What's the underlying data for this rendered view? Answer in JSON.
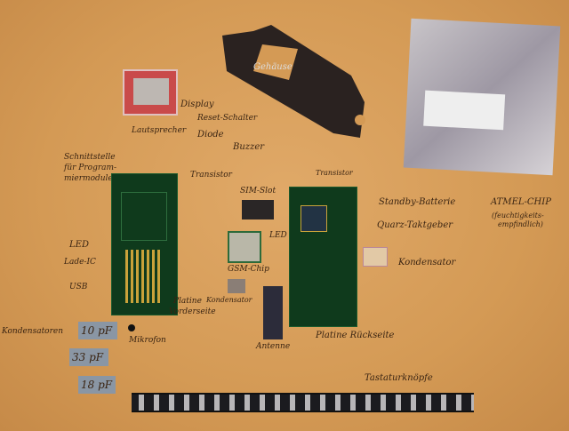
{
  "labels": {
    "display": "Display",
    "gehaeuse": "Gehäuse",
    "atmel": "ATMEL-CHIP",
    "atmel_note": "(feuchtigkeits-",
    "atmel_note2": "empfindlich)",
    "schnittstelle1": "Schnittstelle",
    "schnittstelle2": "für Program-",
    "schnittstelle3": "miermodule",
    "lautsprecher": "Lautsprecher",
    "reset": "Reset-Schalter",
    "diode": "Diode",
    "buzzer": "Buzzer",
    "transistor1": "Transistor",
    "transistor2": "Transistor",
    "sim": "SIM-Slot",
    "standby": "Standby-Batterie",
    "quarz": "Quarz-Taktgeber",
    "kondensator1": "Kondensator",
    "kondensator2": "Kondensator",
    "kondensatoren": "Kondensatoren",
    "led1": "LED",
    "led2": "LED",
    "ladeic": "Lade-IC",
    "usb": "USB",
    "gsm": "GSM-Chip",
    "platine_vorne1": "Platine",
    "platine_vorne2": "Vorderseite",
    "platine_rueck": "Platine Rückseite",
    "mikrofon": "Mikrofon",
    "antenne": "Antenne",
    "tastatur": "Tastaturknöpfe",
    "cap10": "10 pF",
    "cap33": "33 pF",
    "cap18": "18 pF"
  }
}
